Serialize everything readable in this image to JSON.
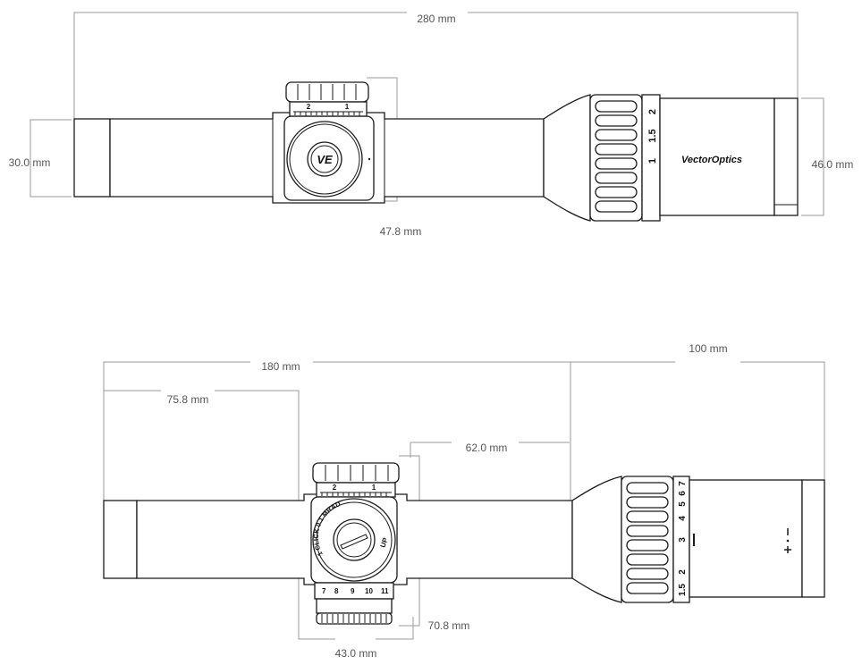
{
  "top_view": {
    "dims": {
      "overall_length": "280 mm",
      "tube_diameter": "30.0 mm",
      "eyepiece_diameter": "46.0 mm",
      "turret_width": "47.8 mm"
    },
    "brand": "VectorOptics",
    "magnification_marks": [
      "2",
      "1.5",
      "1"
    ],
    "turret_scale_marks": [
      "2",
      "1"
    ]
  },
  "side_view": {
    "dims": {
      "length_180": "180 mm",
      "length_100": "100 mm",
      "length_75": "75.8 mm",
      "length_62": "62.0 mm",
      "height_70": "70.8 mm",
      "width_43": "43.0 mm"
    },
    "turret_cap_text": "1 CLICK 0.1 MRAD",
    "turret_up_text": "UP",
    "parallax_marks": [
      "7",
      "8",
      "9",
      "10",
      "11"
    ],
    "magnification_marks": [
      "1.5",
      "2",
      "3",
      "4",
      "5",
      "6",
      "7"
    ],
    "turret_scale_marks": [
      "2",
      "1"
    ]
  },
  "colors": {
    "outline": "#1a1a1a",
    "dimension": "#9a9a9a"
  }
}
